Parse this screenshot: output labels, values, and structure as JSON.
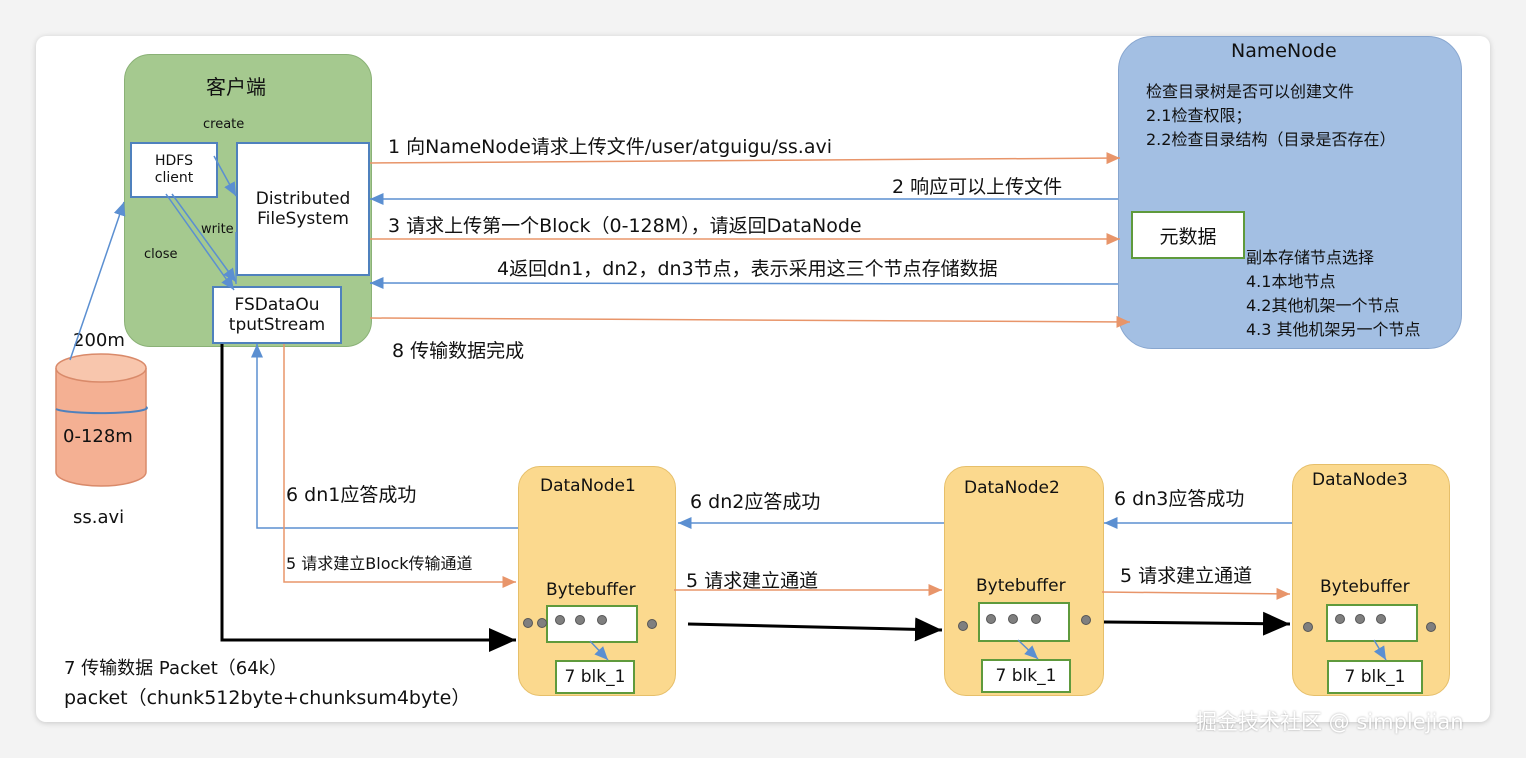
{
  "client": {
    "title": "客户端",
    "hdfs_client": "HDFS client",
    "dfs": "Distributed FileSystem",
    "fsdos_line1": "FSDataOu",
    "fsdos_line2": "tputStream",
    "create_label": "create",
    "write_label": "write",
    "close_label": "close"
  },
  "namenode": {
    "title": "NameNode",
    "check_line1": "检查目录树是否可以创建文件",
    "check_line2": "2.1检查权限；",
    "check_line3": "2.2检查目录结构（目录是否存在）",
    "metadata": "元数据",
    "replica_title": "副本存储节点选择",
    "replica_1": "4.1本地节点",
    "replica_2": "4.2其他机架一个节点",
    "replica_3": "4.3 其他机架另一个节点"
  },
  "file": {
    "size": "200m",
    "block": "0-128m",
    "name": "ss.avi"
  },
  "steps": {
    "s1": "1 向NameNode请求上传文件/user/atguigu/ss.avi",
    "s2": "2 响应可以上传文件",
    "s3": "3 请求上传第一个Block（0-128M），请返回DataNode",
    "s4": "4返回dn1，dn2，dn3节点，表示采用这三个节点存储数据",
    "s8": "8 传输数据完成",
    "s6_dn1": "6 dn1应答成功",
    "s6_dn2": "6 dn2应答成功",
    "s6_dn3": "6 dn3应答成功",
    "s5_block": "5 请求建立Block传输通道",
    "s5_a": "5 请求建立通道",
    "s5_b": "5 请求建立通道",
    "s7_line1": "7 传输数据  Packet（64k）",
    "s7_line2": "packet（chunk512byte+chunksum4byte）"
  },
  "datanodes": [
    {
      "title": "DataNode1",
      "buffer": "Bytebuffer",
      "blk": "7 blk_1"
    },
    {
      "title": "DataNode2",
      "buffer": "Bytebuffer",
      "blk": "7 blk_1"
    },
    {
      "title": "DataNode3",
      "buffer": "Bytebuffer",
      "blk": "7 blk_1"
    }
  ],
  "watermark": "掘金技术社区 @ simplejian",
  "colors": {
    "client_green": "#a5c98f",
    "namenode_blue": "#a3bfe3",
    "datanode_yellow": "#fbd98e",
    "arrow_orange": "#e8956a",
    "arrow_blue": "#5b8fd1",
    "cylinder": "#f4b093"
  }
}
